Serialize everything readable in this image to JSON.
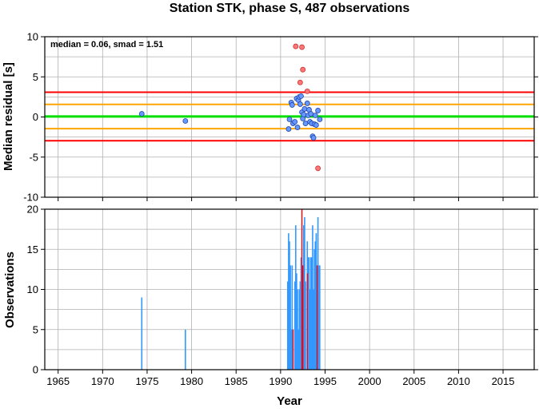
{
  "chart_data": [
    {
      "type": "scatter",
      "title": "Station STK, phase S, 487 observations",
      "ylabel": "Median residual [s]",
      "xlabel": "",
      "annotation": "median = 0.06, smad = 1.51",
      "xlim": [
        1963.5,
        2018.5
      ],
      "ylim": [
        -10,
        10
      ],
      "yticks": [
        -10,
        -5,
        0,
        5,
        10
      ],
      "grid": true,
      "reference_lines": [
        {
          "y": 0.06,
          "color": "#00e000"
        },
        {
          "y": 1.57,
          "color": "#ffa500"
        },
        {
          "y": -1.45,
          "color": "#ffa500"
        },
        {
          "y": 3.08,
          "color": "#ff0000"
        },
        {
          "y": -2.96,
          "color": "#ff0000"
        }
      ],
      "series": [
        {
          "color": "#6699ff",
          "points": [
            {
              "x": 1974.4,
              "y": 0.4
            },
            {
              "x": 1979.3,
              "y": -0.5
            },
            {
              "x": 1990.9,
              "y": -1.5
            },
            {
              "x": 1991.0,
              "y": -0.3
            },
            {
              "x": 1991.2,
              "y": 1.8
            },
            {
              "x": 1991.3,
              "y": 1.5
            },
            {
              "x": 1991.4,
              "y": -0.8
            },
            {
              "x": 1991.6,
              "y": -0.6
            },
            {
              "x": 1991.8,
              "y": 2.3
            },
            {
              "x": 1991.9,
              "y": -1.3
            },
            {
              "x": 1992.0,
              "y": 2.1
            },
            {
              "x": 1992.1,
              "y": 2.5
            },
            {
              "x": 1992.2,
              "y": 1.6
            },
            {
              "x": 1992.3,
              "y": 2.6
            },
            {
              "x": 1992.4,
              "y": 0.6
            },
            {
              "x": 1992.5,
              "y": -0.2
            },
            {
              "x": 1992.6,
              "y": 0.3
            },
            {
              "x": 1992.7,
              "y": 1.0
            },
            {
              "x": 1992.8,
              "y": -0.8
            },
            {
              "x": 1993.0,
              "y": 1.7
            },
            {
              "x": 1993.1,
              "y": 0.2
            },
            {
              "x": 1993.2,
              "y": 0.9
            },
            {
              "x": 1993.3,
              "y": -0.6
            },
            {
              "x": 1993.4,
              "y": 0.4
            },
            {
              "x": 1993.5,
              "y": -0.8
            },
            {
              "x": 1993.6,
              "y": -2.4
            },
            {
              "x": 1993.7,
              "y": -2.6
            },
            {
              "x": 1993.8,
              "y": -0.9
            },
            {
              "x": 1993.9,
              "y": 0.2
            },
            {
              "x": 1994.0,
              "y": -1.0
            },
            {
              "x": 1994.2,
              "y": 0.8
            },
            {
              "x": 1994.4,
              "y": -0.3
            }
          ]
        },
        {
          "color": "#ff7777",
          "points": [
            {
              "x": 1991.7,
              "y": 8.8
            },
            {
              "x": 1992.4,
              "y": 8.7
            },
            {
              "x": 1992.5,
              "y": 5.9
            },
            {
              "x": 1992.2,
              "y": 4.3
            },
            {
              "x": 1993.0,
              "y": 3.2
            },
            {
              "x": 1994.2,
              "y": -6.4
            }
          ]
        }
      ]
    },
    {
      "type": "bar",
      "title": "",
      "ylabel": "Observations",
      "xlabel": "Year",
      "xlim": [
        1963.5,
        2018.5
      ],
      "ylim": [
        0,
        20
      ],
      "yticks": [
        0,
        5,
        10,
        15,
        20
      ],
      "xticks": [
        1965,
        1970,
        1975,
        1980,
        1985,
        1990,
        1995,
        2000,
        2005,
        2010,
        2015
      ],
      "xtick_labels": [
        "1965",
        "1970",
        "1975",
        "1980",
        "1985",
        "1990",
        "1995",
        "2000",
        "2005",
        "2010",
        "2015"
      ],
      "grid": true,
      "series": [
        {
          "color": "#3399ff",
          "points": [
            {
              "x": 1974.4,
              "y": 9
            },
            {
              "x": 1979.3,
              "y": 5
            },
            {
              "x": 1990.8,
              "y": 11
            },
            {
              "x": 1990.9,
              "y": 17
            },
            {
              "x": 1991.0,
              "y": 16
            },
            {
              "x": 1991.1,
              "y": 13
            },
            {
              "x": 1991.2,
              "y": 5
            },
            {
              "x": 1991.3,
              "y": 13
            },
            {
              "x": 1991.6,
              "y": 11
            },
            {
              "x": 1991.7,
              "y": 18
            },
            {
              "x": 1991.8,
              "y": 12
            },
            {
              "x": 1991.9,
              "y": 10
            },
            {
              "x": 1992.0,
              "y": 5
            },
            {
              "x": 1992.1,
              "y": 10
            },
            {
              "x": 1992.2,
              "y": 11
            },
            {
              "x": 1992.3,
              "y": 14
            },
            {
              "x": 1992.6,
              "y": 18
            },
            {
              "x": 1992.7,
              "y": 19
            },
            {
              "x": 1992.8,
              "y": 11
            },
            {
              "x": 1993.0,
              "y": 16
            },
            {
              "x": 1993.1,
              "y": 14
            },
            {
              "x": 1993.2,
              "y": 14
            },
            {
              "x": 1993.3,
              "y": 10
            },
            {
              "x": 1993.4,
              "y": 14
            },
            {
              "x": 1993.5,
              "y": 14
            },
            {
              "x": 1993.6,
              "y": 18
            },
            {
              "x": 1993.7,
              "y": 10
            },
            {
              "x": 1993.8,
              "y": 15
            },
            {
              "x": 1993.9,
              "y": 16
            },
            {
              "x": 1994.0,
              "y": 17
            },
            {
              "x": 1994.1,
              "y": 11
            },
            {
              "x": 1994.2,
              "y": 19
            },
            {
              "x": 1994.3,
              "y": 13
            },
            {
              "x": 1994.4,
              "y": 13
            }
          ]
        },
        {
          "color": "#ff0000",
          "points": [
            {
              "x": 1991.4,
              "y": 5
            },
            {
              "x": 1992.4,
              "y": 20
            },
            {
              "x": 1992.5,
              "y": 13
            },
            {
              "x": 1993.0,
              "y": 12
            },
            {
              "x": 1994.1,
              "y": 13
            }
          ]
        }
      ]
    }
  ]
}
